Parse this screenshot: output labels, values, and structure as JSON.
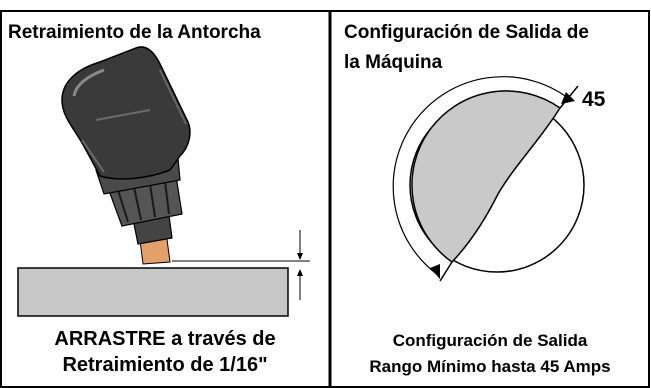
{
  "left_panel": {
    "title": "Retraimiento de la Antorcha",
    "caption_line1": "ARRASTRE a través de",
    "caption_line2": "Retraimiento de 1/16\""
  },
  "right_panel": {
    "title_line1": "Configuración de Salida de",
    "title_line2": "la Máquina",
    "dial_value": "45",
    "caption_line1": "Configuración de Salida",
    "caption_line2": "Rango Mínimo hasta 45 Amps"
  },
  "colors": {
    "border": "#000000",
    "workpiece": "#c7c7c7",
    "dial_fill": "#c9c9c9",
    "torch_body": "#3a3a3a",
    "nozzle_tip": "#e3a06a"
  }
}
